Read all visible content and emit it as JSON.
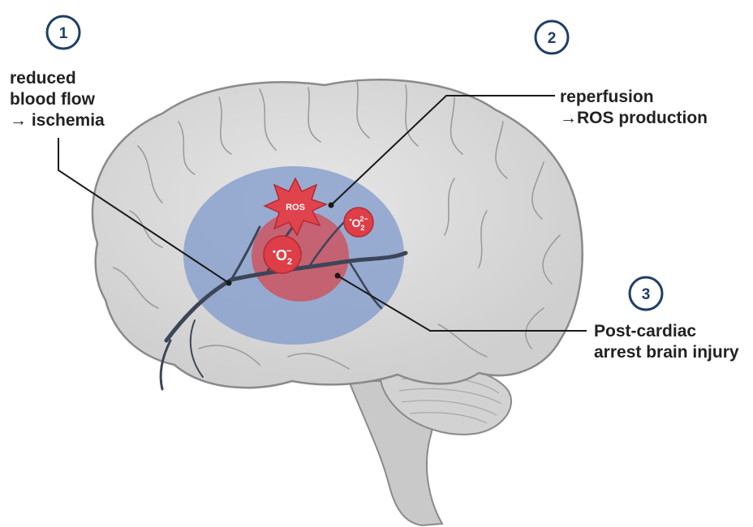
{
  "steps": [
    {
      "number": "1",
      "lines": [
        "reduced",
        "blood flow",
        "→ ischemia"
      ]
    },
    {
      "number": "2",
      "lines": [
        "reperfusion",
        "→ROS production"
      ]
    },
    {
      "number": "3",
      "lines": [
        "Post-cardiac",
        "arrest brain injury"
      ]
    }
  ],
  "markers": {
    "ros": "ROS",
    "superoxide_small": {
      "dot": "•",
      "base": "O",
      "sub": "2",
      "sup": "2−"
    },
    "superoxide_large": {
      "dot": "•",
      "base": "O",
      "sub": "2",
      "sup": "−"
    }
  },
  "colors": {
    "step_circle": "#1e3f66",
    "ischemia_zone": "#7f9acc",
    "injury_zone": "#d9434a",
    "ros_burst": "#e0434b",
    "brain_fill": "#dcdcdc",
    "brain_outline": "#8a8a8a",
    "vessel": "#3c4658"
  }
}
